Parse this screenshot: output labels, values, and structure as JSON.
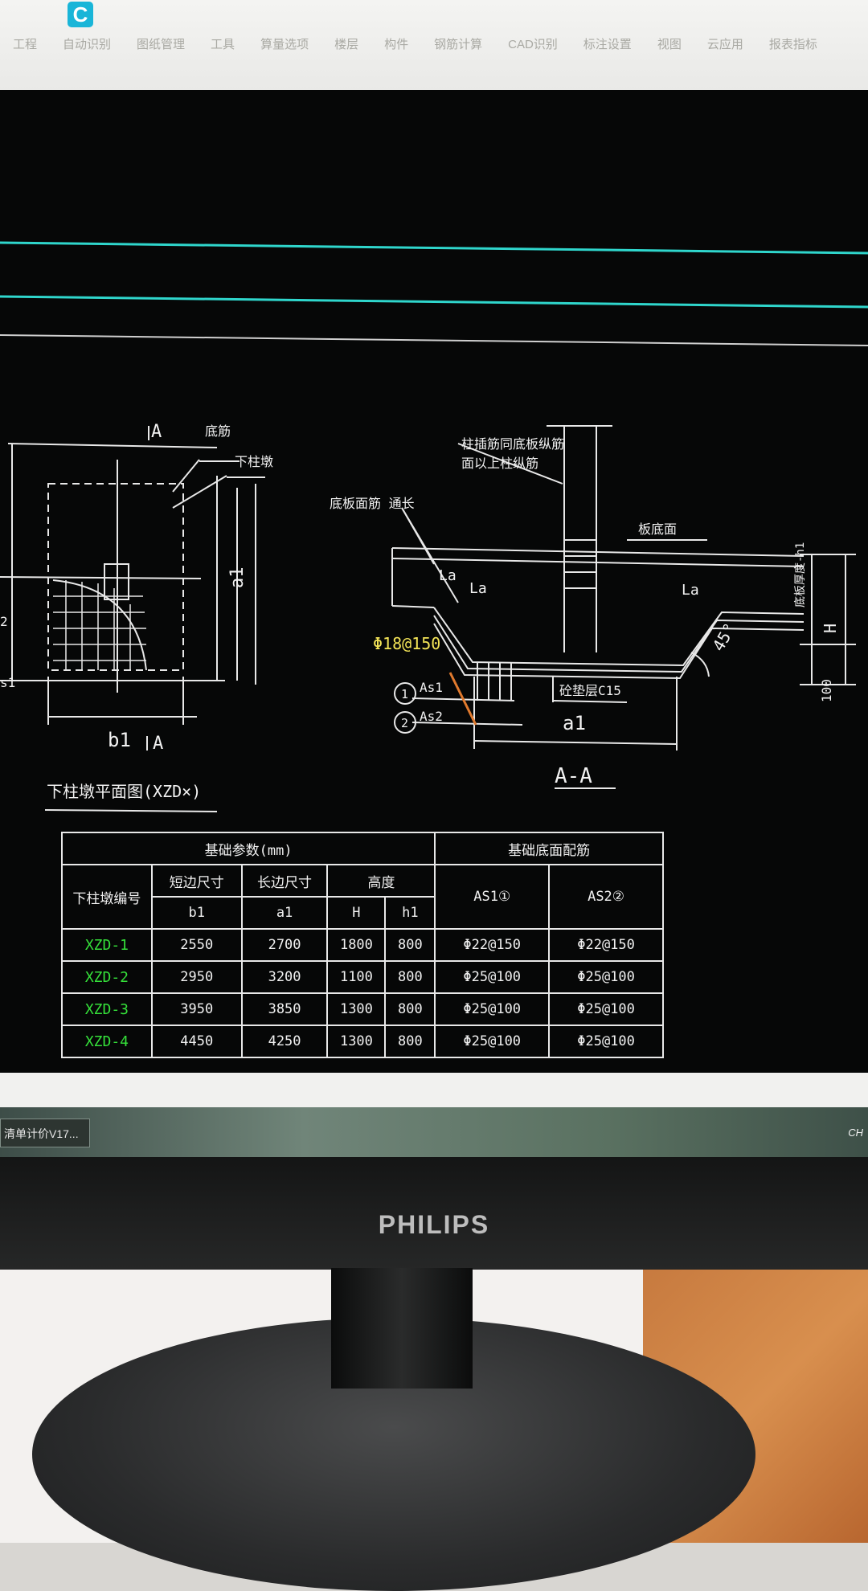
{
  "app": {
    "icon_letter": "C",
    "menu": [
      "工程",
      "自动识别",
      "图纸管理",
      "工具",
      "算量选项",
      "楼层",
      "构件",
      "钢筋计算",
      "CAD识别",
      "标注设置",
      "视图",
      "云应用",
      "报表指标"
    ]
  },
  "plan": {
    "caption": "下柱墩平面图(XZD×)",
    "section_mark": "A",
    "label_a1": "a1",
    "label_b1": "b1",
    "label_bottom": "底筋",
    "label_col": "下柱墩",
    "label_2": "2",
    "label_s1": "s1"
  },
  "section": {
    "title": "A-A",
    "rebar_label": "Φ18@150",
    "label_top_note": "柱插筋同底板纵筋",
    "label_top_note2": "面以上柱纵筋",
    "label_side": "底板面筋 通长",
    "label_slab": "板底面",
    "label_la1": "La",
    "label_la2": "La",
    "label_la3": "La",
    "label_as1": "As1",
    "label_as2": "As2",
    "label_pad": "砼垫层C15",
    "label_a1": "a1",
    "label_angle": "45°",
    "label_h": "H",
    "label_h1": "底板厚度-h1",
    "label_100": "100",
    "circle1": "1",
    "circle2": "2"
  },
  "table": {
    "group_params": "基础参数(mm)",
    "group_rebar": "基础底面配筋",
    "col_id": "下柱墩编号",
    "col_short": "短边尺寸",
    "col_long": "长边尺寸",
    "col_height": "高度",
    "sub_b1": "b1",
    "sub_a1": "a1",
    "sub_H": "H",
    "sub_h1": "h1",
    "col_as1": "AS1①",
    "col_as2": "AS2②",
    "rows": [
      {
        "id": "XZD-1",
        "b1": "2550",
        "a1": "2700",
        "H": "1800",
        "h1": "800",
        "as1": "Φ22@150",
        "as2": "Φ22@150"
      },
      {
        "id": "XZD-2",
        "b1": "2950",
        "a1": "3200",
        "H": "1100",
        "h1": "800",
        "as1": "Φ25@100",
        "as2": "Φ25@100"
      },
      {
        "id": "XZD-3",
        "b1": "3950",
        "a1": "3850",
        "H": "1300",
        "h1": "800",
        "as1": "Φ25@100",
        "as2": "Φ25@100"
      },
      {
        "id": "XZD-4",
        "b1": "4450",
        "a1": "4250",
        "H": "1300",
        "h1": "800",
        "as1": "Φ25@100",
        "as2": "Φ25@100"
      }
    ]
  },
  "taskbar": {
    "task_label": "清单计价V17...",
    "tray_text": "CH"
  },
  "monitor": {
    "brand": "PHILIPS"
  },
  "colors": {
    "cad_bg": "#060707",
    "cyan_line": "#2fd6cc",
    "rebar_yellow": "#f3e457",
    "id_green": "#35e03a"
  }
}
